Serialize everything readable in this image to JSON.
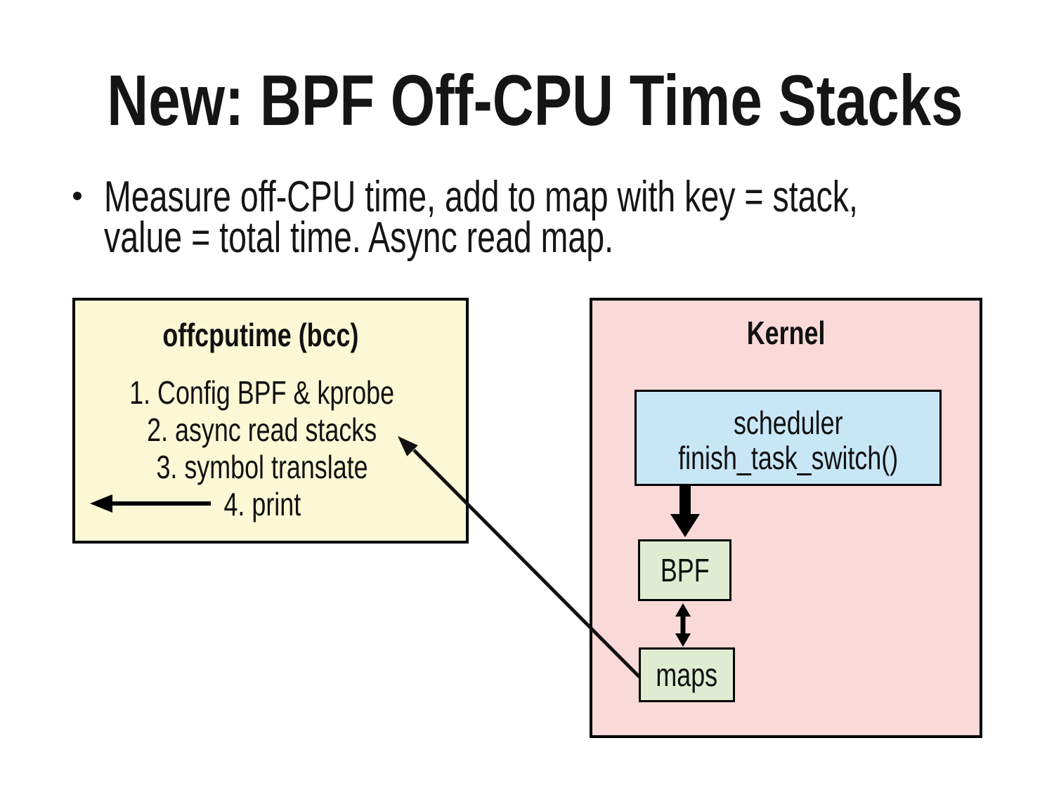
{
  "slide": {
    "title": "New: BPF Off-CPU Time Stacks",
    "bullet": {
      "line1": "Measure off-CPU time, add to map with key = stack,",
      "line2": "value = total time. Async read map."
    },
    "offcputime_box": {
      "title": "offcputime (bcc)",
      "steps": [
        "1. Config BPF & kprobe",
        "2. async read stacks",
        "3. symbol translate",
        "4. print"
      ]
    },
    "kernel_box": {
      "title": "Kernel",
      "scheduler": {
        "line1": "scheduler",
        "line2": "finish_task_switch()"
      },
      "bpf_label": "BPF",
      "maps_label": "maps"
    },
    "icons": {
      "print_output_arrow": "left-arrow",
      "scheduler_to_bpf_arrow": "thick-down-arrow",
      "bpf_maps_arrow": "double-headed-vertical-arrow",
      "maps_to_offcputime_arrow": "diagonal-up-left-arrow"
    },
    "colors": {
      "background": "#ffffff",
      "text": "#151515",
      "border": "#000000",
      "offcputime_fill": "#faf8d5",
      "kernel_fill": "#fad9d9",
      "scheduler_fill": "#c8e7f6",
      "node_fill": "#dfecd2"
    }
  }
}
